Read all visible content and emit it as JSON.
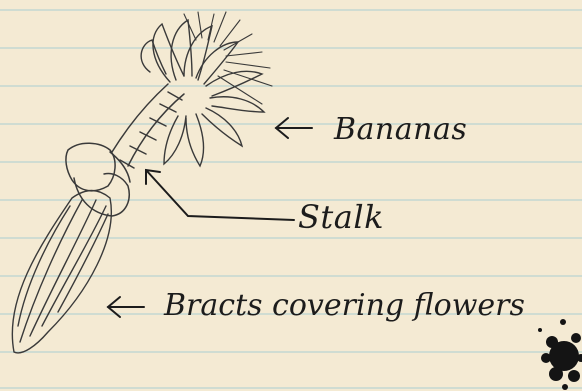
{
  "labels": {
    "bananas": "Bananas",
    "stalk": "Stalk",
    "bracts": "Bracts covering flowers"
  },
  "colors": {
    "paper": "#f4ead3",
    "rule_line": "#cfdcd2",
    "ink": "#1c1c1c",
    "pencil": "#3a3a3a"
  }
}
